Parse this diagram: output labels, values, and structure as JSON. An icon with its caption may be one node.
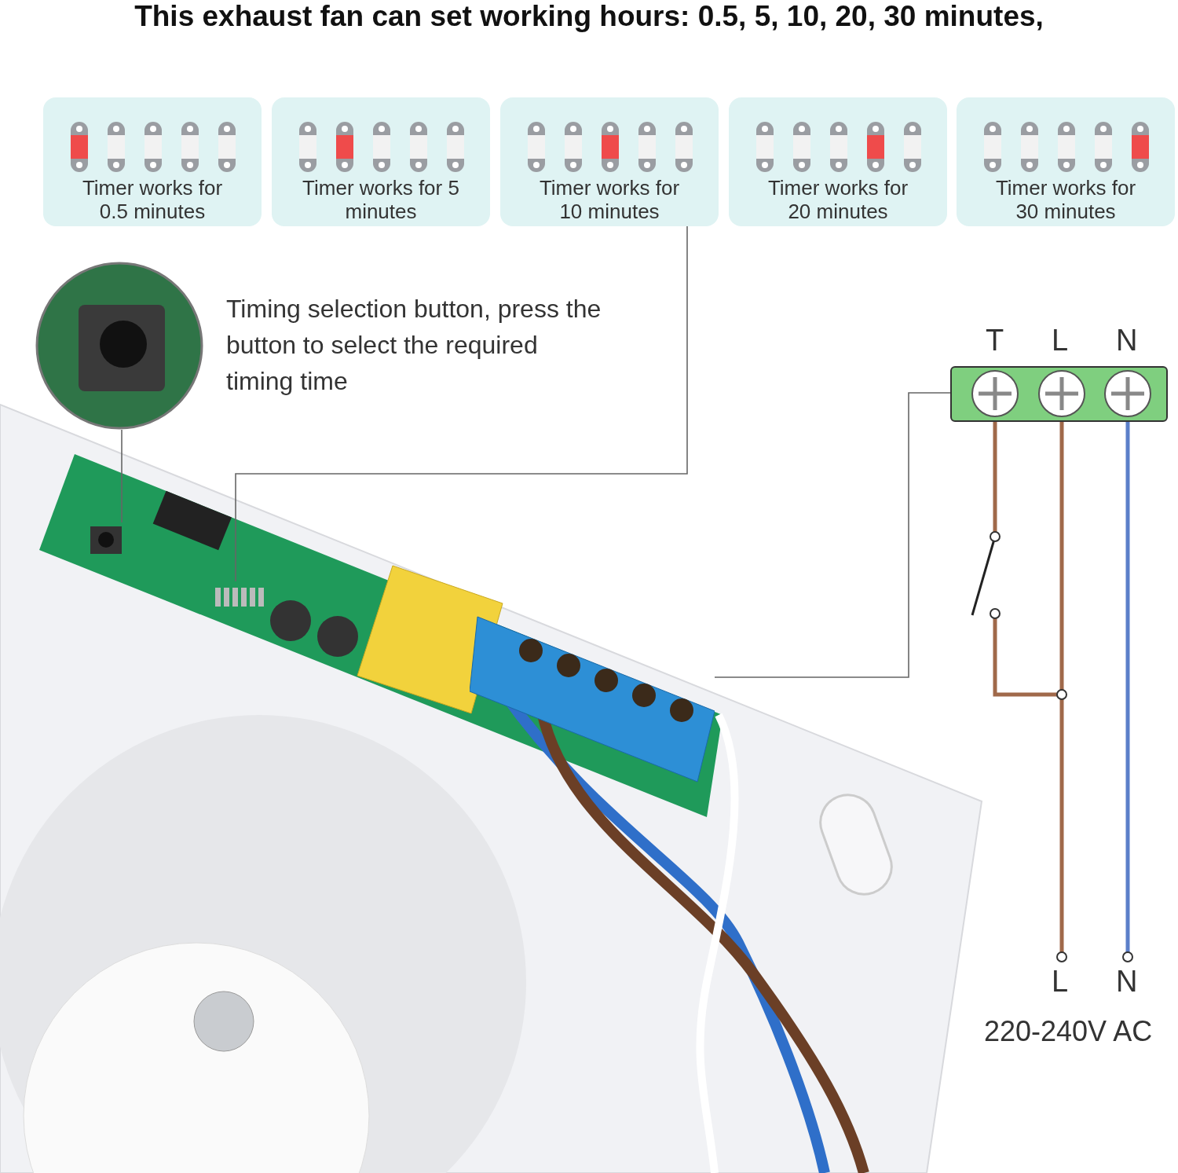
{
  "diagram": {
    "title": "This exhaust fan can set working hours: 0.5, 5, 10, 20, 30 minutes,",
    "nodes": [
      {
        "text": [
          "Timer works for 0.5 minutes"
        ]
      },
      {
        "text": [
          "Timer works for 5 minutes"
        ]
      },
      {
        "text": [
          "Timer works for 10 minutes"
        ]
      },
      {
        "text": [
          "Timer works for 20 minutes"
        ]
      },
      {
        "text": [
          "Timer works for 30 minutes"
        ]
      },
      {
        "text": [],
        "shape": "picture",
        "beside": [
          "Timing selection button, press the button to select the required timing time"
        ]
      },
      {
        "text": [],
        "shape": "picture"
      },
      {
        "text": [],
        "shape": "picture"
      },
      {
        "text": [],
        "shape": "picture"
      },
      {
        "text": [],
        "shape": "box",
        "beside": [
          "T",
          "L",
          "N"
        ]
      }
    ],
    "edges": [
      {
        "from": 5,
        "to": 7,
        "arrow": "none"
      },
      {
        "from": 2,
        "to": 6,
        "arrow": "none"
      },
      {
        "from": 9,
        "to": 8,
        "arrow": "none"
      }
    ],
    "labels": [
      "L",
      "N",
      "220-240V AC"
    ]
  }
}
